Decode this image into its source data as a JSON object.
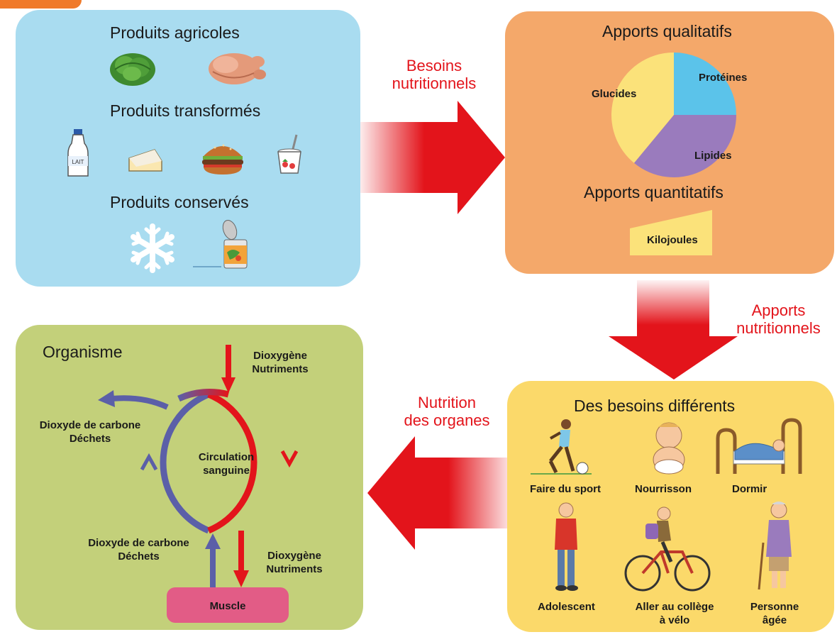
{
  "produits": {
    "agricoles": "Produits agricoles",
    "transformes": "Produits transformés",
    "conserves": "Produits conservés",
    "lait_label": "LAIT",
    "items": [
      "lettuce-icon",
      "chicken-icon",
      "milk-bottle-icon",
      "cheese-icon",
      "burger-icon",
      "yogurt-icon",
      "snowflake-icon",
      "tin-can-icon"
    ]
  },
  "arrows": {
    "besoins": [
      "Besoins",
      "nutritionnels"
    ],
    "apports": [
      "Apports",
      "nutritionnels"
    ],
    "nutrition": [
      "Nutrition",
      "des organes"
    ]
  },
  "apports": {
    "qualitatifs": "Apports qualitatifs",
    "quantitatifs": "Apports quantitatifs",
    "kilojoules": "Kilojoules"
  },
  "chart_data": {
    "type": "pie",
    "title": "Apports qualitatifs",
    "categories": [
      "Protéines",
      "Lipides",
      "Glucides"
    ],
    "values": [
      25,
      36,
      39
    ],
    "colors": [
      "#5bc3ea",
      "#9a7bbd",
      "#fbe27a"
    ]
  },
  "besoins": {
    "title": "Des besoins différents",
    "people": [
      {
        "label": "Faire du sport",
        "icon": "sport-person-icon"
      },
      {
        "label": "Nourrisson",
        "icon": "baby-icon"
      },
      {
        "label": "Dormir",
        "icon": "sleeping-person-icon"
      },
      {
        "label": "Adolescent",
        "icon": "teenager-icon"
      },
      {
        "label_lines": [
          "Aller au collège",
          "à vélo"
        ],
        "icon": "cyclist-icon"
      },
      {
        "label_lines": [
          "Personne",
          "âgée"
        ],
        "icon": "elderly-person-icon"
      }
    ]
  },
  "organisme": {
    "title": "Organisme",
    "circulation": [
      "Circulation",
      "sanguine"
    ],
    "in_top": [
      "Dioxygène",
      "Nutriments"
    ],
    "out_left": [
      "Dioxyde de carbone",
      "Déchets"
    ],
    "out_bottom": [
      "Dioxyde de carbone",
      "Déchets"
    ],
    "in_bottom": [
      "Dioxygène",
      "Nutriments"
    ],
    "muscle": "Muscle"
  },
  "colors": {
    "blue_box": "#a9dcf0",
    "orange_box": "#f4a86a",
    "yellow_box": "#fbd96a",
    "green_box": "#c3d07a",
    "arrow_red": "#e3141b",
    "blood_purple": "#5b5fa8",
    "muscle_pink": "#e25c86"
  }
}
